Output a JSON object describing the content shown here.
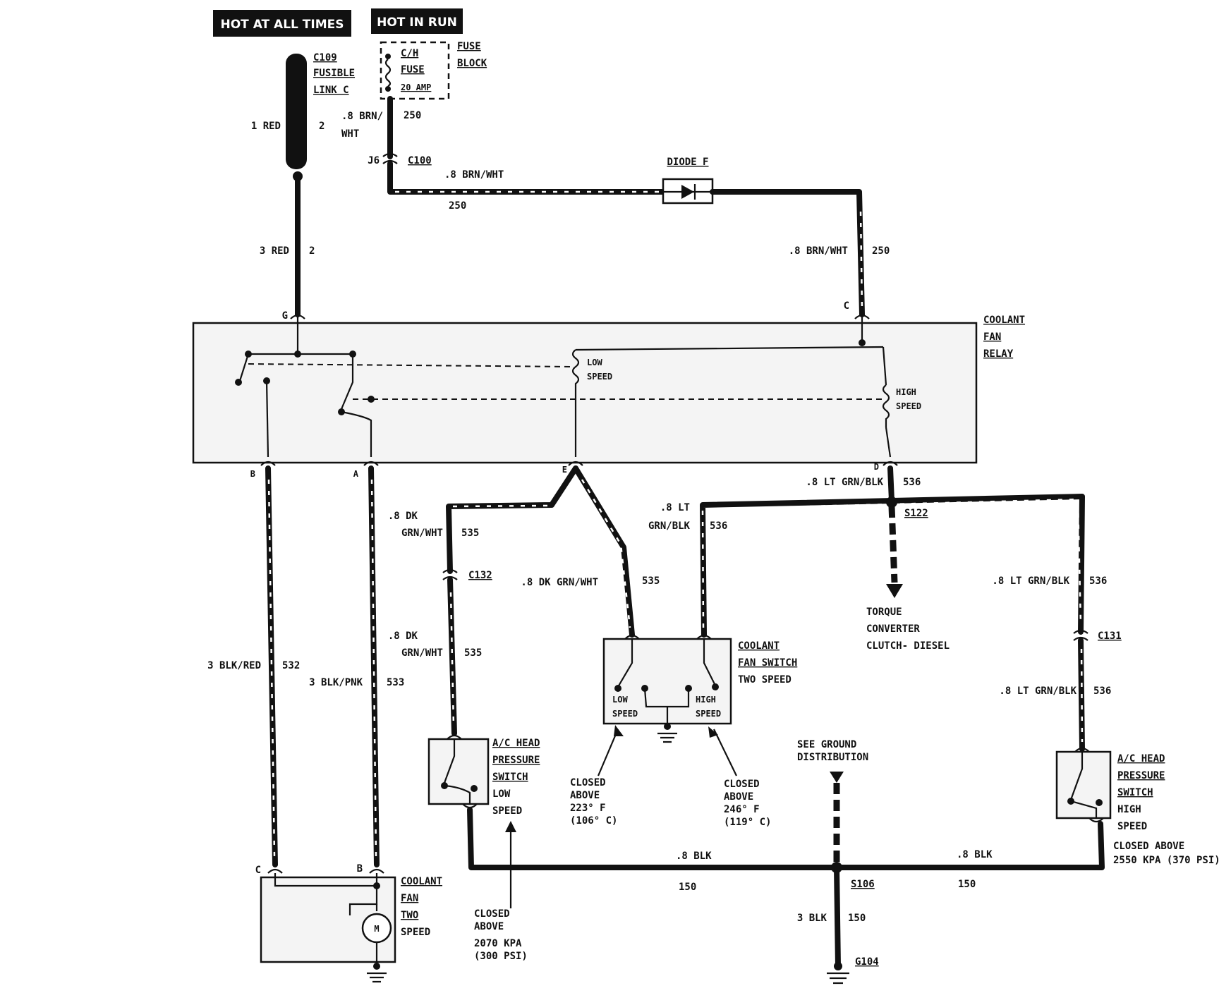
{
  "headers": {
    "hot_at_all_times": "HOT AT ALL TIMES",
    "hot_in_run": "HOT IN RUN"
  },
  "fusible_link": {
    "connector": "C109",
    "name_line1": "FUSIBLE",
    "name_line2": "LINK C",
    "wire_size": "1 RED",
    "circuit": "2"
  },
  "fuse_block": {
    "label_line1": "FUSE",
    "label_line2": "BLOCK",
    "fuse_line1": "C/H",
    "fuse_line2": "FUSE",
    "rating": "20 AMP",
    "out_wire_line1": ".8 BRN/",
    "out_wire_line2": "WHT",
    "out_circuit": "250"
  },
  "c100": {
    "terminal": "J6",
    "connector": "C100",
    "wire_top": ".8 BRN/WHT",
    "wire_bottom": "250"
  },
  "diode": {
    "label": "DIODE F"
  },
  "wire_250_right": {
    "size": ".8 BRN/WHT",
    "circuit": "250"
  },
  "wire_red_3": {
    "size": "3 RED",
    "circuit": "2"
  },
  "relay": {
    "name_line1": "COOLANT",
    "name_line2": "FAN",
    "name_line3": "RELAY",
    "terminal_g": "G",
    "terminal_c": "C",
    "terminal_b": "B",
    "terminal_a": "A",
    "terminal_e": "E",
    "terminal_d": "D",
    "low_coil_line1": "LOW",
    "low_coil_line2": "SPEED",
    "high_coil_line1": "HIGH",
    "high_coil_line2": "SPEED"
  },
  "wire_532": {
    "size": "3 BLK/RED",
    "circuit": "532"
  },
  "wire_533": {
    "size": "3 BLK/PNK",
    "circuit": "533"
  },
  "wire_535_left_top": {
    "size_line1": ".8 DK",
    "size_line2": "GRN/WHT",
    "circuit": "535"
  },
  "c132": {
    "connector": "C132"
  },
  "wire_535_left_bottom": {
    "size_line1": ".8 DK",
    "size_line2": "GRN/WHT",
    "circuit": "535"
  },
  "wire_535_mid": {
    "size": ".8 DK GRN/WHT",
    "circuit": "535"
  },
  "wire_536_mid": {
    "size_line1": ".8 LT",
    "size_line2": "GRN/BLK",
    "circuit": "536"
  },
  "wire_536_top": {
    "size": ".8 LT GRN/BLK",
    "circuit": "536"
  },
  "s122": {
    "splice": "S122"
  },
  "torque_converter": {
    "line1": "TORQUE",
    "line2": "CONVERTER",
    "line3": "CLUTCH- DIESEL"
  },
  "wire_536_right_top": {
    "size": ".8 LT GRN/BLK",
    "circuit": "536"
  },
  "c131": {
    "connector": "C131"
  },
  "wire_536_right_bottom": {
    "size": ".8 LT GRN/BLK",
    "circuit": "536"
  },
  "fan_switch": {
    "name_line1": "COOLANT",
    "name_line2": "FAN SWITCH",
    "name_line3": "TWO SPEED",
    "low": "LOW",
    "speed_low": "SPEED",
    "high": "HIGH",
    "speed_high": "SPEED",
    "low_note_line1": "CLOSED",
    "low_note_line2": "ABOVE",
    "low_note_line3": "223° F",
    "low_note_line4": "(106° C)",
    "high_note_line1": "CLOSED",
    "high_note_line2": "ABOVE",
    "high_note_line3": "246° F",
    "high_note_line4": "(119° C)"
  },
  "ac_low": {
    "name_line1": "A/C HEAD",
    "name_line2": "PRESSURE",
    "name_line3": "SWITCH",
    "name_line4": "LOW",
    "name_line5": "SPEED",
    "note_line1": "CLOSED",
    "note_line2": "ABOVE",
    "note_line3": "2070 KPA",
    "note_line4": "(300 PSI)"
  },
  "ac_high": {
    "name_line1": "A/C HEAD",
    "name_line2": "PRESSURE",
    "name_line3": "SWITCH",
    "name_line4": "HIGH",
    "name_line5": "SPEED",
    "note_line1": "CLOSED ABOVE",
    "note_line2": "2550 KPA (370 PSI)"
  },
  "ground": {
    "see_line1": "SEE GROUND",
    "see_line2": "DISTRIBUTION",
    "wire_left_size": ".8 BLK",
    "wire_left_circuit": "150",
    "wire_right_size": ".8 BLK",
    "wire_right_circuit": "150",
    "splice": "S106",
    "wire_down_size": "3 BLK",
    "wire_down_circuit": "150",
    "ground_point": "G104"
  },
  "fan_motor": {
    "name_line1": "COOLANT",
    "name_line2": "FAN",
    "name_line3": "TWO",
    "name_line4": "SPEED",
    "terminal_c": "C",
    "terminal_b": "B",
    "motor": "M"
  }
}
